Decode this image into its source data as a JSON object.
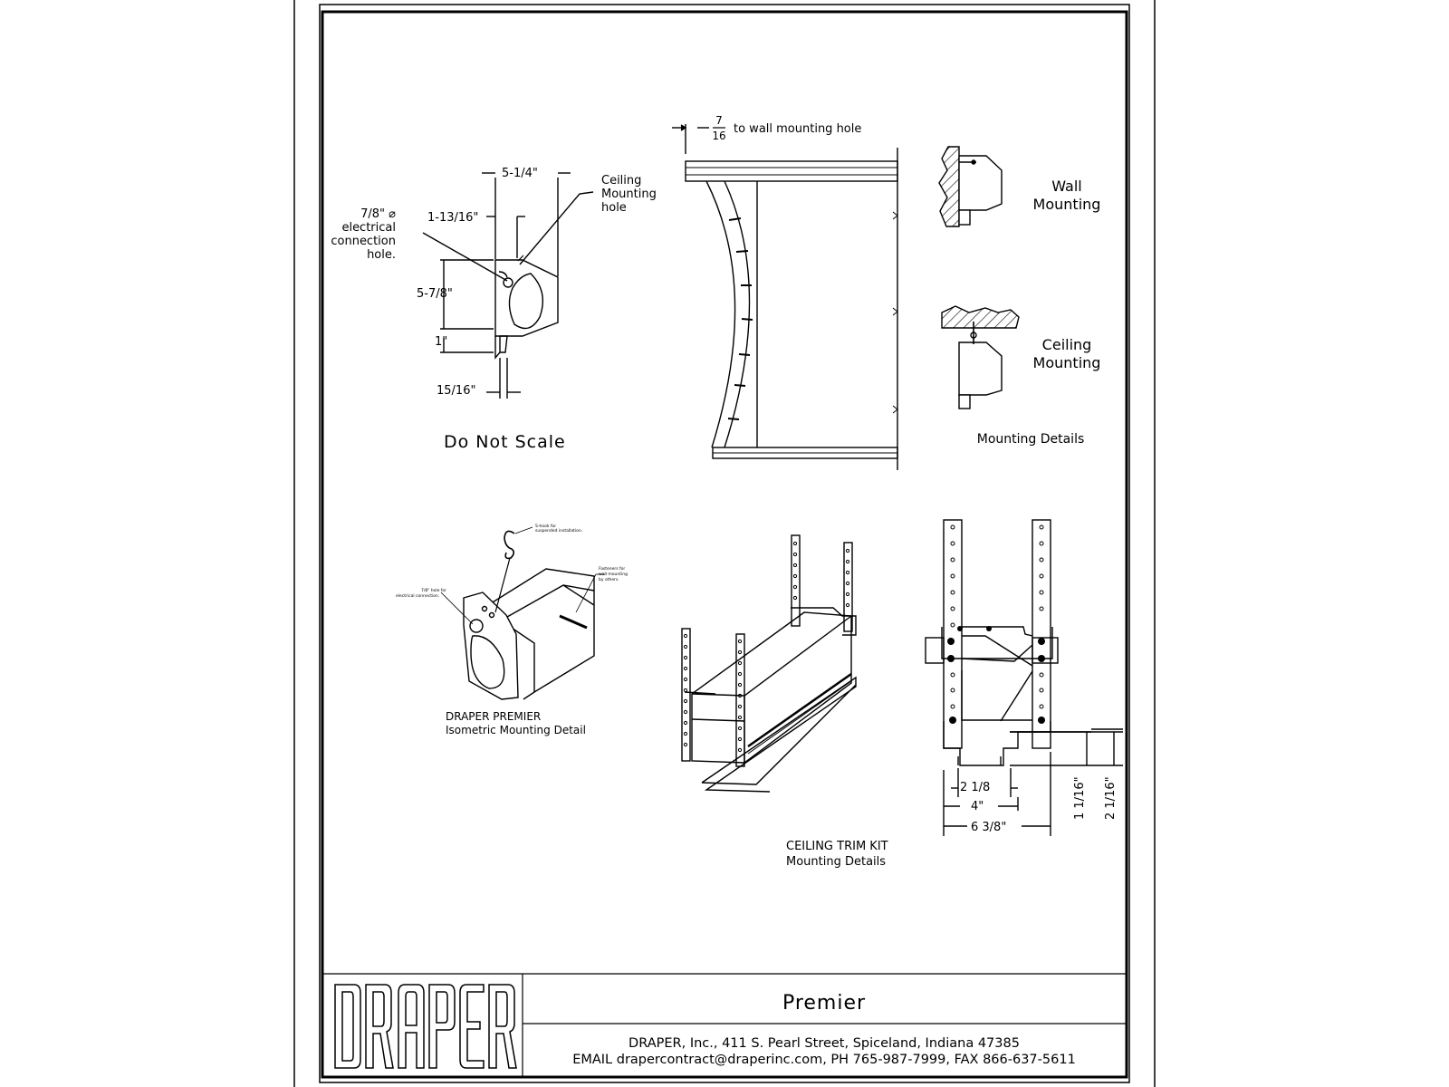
{
  "top_left_detail": {
    "dim_5_1_4": "5-1/4\"",
    "dim_1_13_16": "1-13/16\"",
    "dim_5_7_8": "5-7/8\"",
    "dim_1": "1\"",
    "dim_15_16": "15/16\"",
    "electrical_hole_label": [
      "7/8\" ⌀",
      "electrical",
      "connection",
      "hole."
    ],
    "ceiling_hole_label": [
      "Ceiling",
      "Mounting",
      "hole"
    ],
    "do_not_scale": "Do Not Scale"
  },
  "screen_elevation": {
    "fraction_num": "7",
    "fraction_den": "16",
    "wall_hole_label": "to wall mounting hole"
  },
  "mounting_details": {
    "wall_label": [
      "Wall",
      "Mounting"
    ],
    "ceiling_label": [
      "Ceiling",
      "Mounting"
    ],
    "caption": "Mounting Details"
  },
  "isometric": {
    "s_hook_note": [
      "S-hook for",
      "suspended installation."
    ],
    "hole_note": [
      "7/8\" hole for",
      "electrical connection."
    ],
    "fastener_note": [
      "Fasteners for",
      "wall mounting",
      "by others."
    ],
    "caption": [
      "DRAPER PREMIER",
      "Isometric Mounting Detail"
    ]
  },
  "trim_kit": {
    "caption": [
      "CEILING TRIM KIT",
      "Mounting Details"
    ]
  },
  "trim_elevation": {
    "dim_2_1_8": "2 1/8",
    "dim_4": "4\"",
    "dim_6_3_8": "6 3/8\"",
    "dim_1_1_16": "1 1/16\"",
    "dim_2_1_16": "2 1/16\""
  },
  "title_block": {
    "logo_text": "DRAPER",
    "product": "Premier",
    "address": "DRAPER, Inc., 411 S. Pearl Street, Spiceland, Indiana 47385",
    "contact": "EMAIL drapercontract@draperinc.com, PH 765-987-7999, FAX 866-637-5611"
  }
}
